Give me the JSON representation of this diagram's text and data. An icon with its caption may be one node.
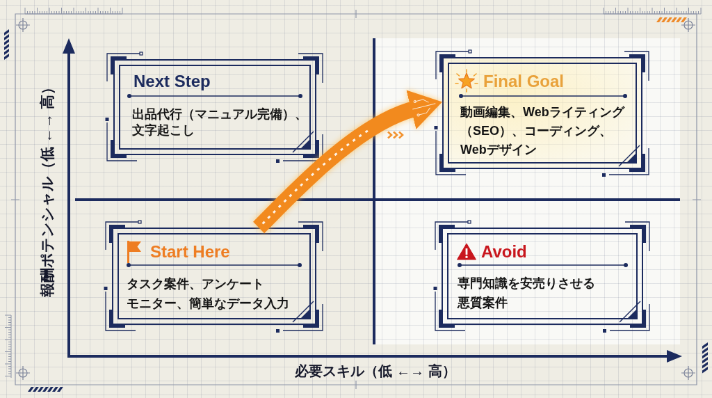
{
  "diagram": {
    "nodes": [
      {
        "text": [
          "Next Step",
          "出品代行（マニュアル完備）、文字起こし"
        ]
      },
      {
        "text": [
          "Final Goal",
          "動画編集、Webライティング（SEO）、コーディング、Webデザイン"
        ]
      },
      {
        "text": [
          "Start Here",
          "タスク案件、アンケートモニター、簡単なデータ入力"
        ]
      },
      {
        "text": [
          "Avoid",
          "専門知識を安売りさせる悪質案件"
        ]
      }
    ],
    "edges": [
      {
        "from": 2,
        "to": 1,
        "arrow": "to"
      }
    ],
    "labels": [
      "報酬ポテンシャル（低 ←→ 高）",
      "必要スキル（低 ←→ 高）"
    ]
  }
}
